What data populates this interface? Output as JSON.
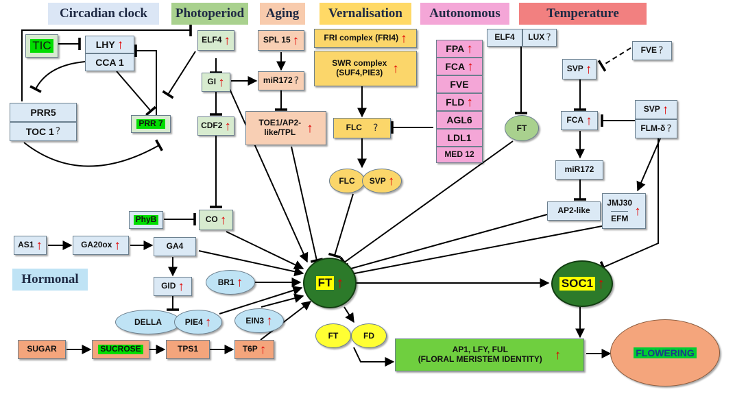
{
  "headers": {
    "circadian": "Circadian clock",
    "photoperiod": "Photoperiod",
    "aging": "Aging",
    "vernalisation": "Vernalisation",
    "autonomous": "Autonomous",
    "temperature": "Temperature",
    "hormonal": "Hormonal"
  },
  "header_colors": {
    "circadian": "#dbe6f5",
    "photoperiod": "#a9d18e",
    "aging": "#f8cbad",
    "vernalisation": "#ffd966",
    "autonomous": "#f4a6d7",
    "temperature": "#f28080",
    "hormonal": "#bfe3f5"
  },
  "nodes": {
    "tic": "TIC",
    "lhy": "LHY",
    "cca1": "CCA 1",
    "prr5": "PRR5",
    "toc1": "TOC 1",
    "prr7": "PRR 7",
    "elf4_photo": "ELF4",
    "gi": "GI",
    "cdf2": "CDF2",
    "co": "CO",
    "phyb": "PhyB",
    "spl15": "SPL 15",
    "mir172_aging": "miR172",
    "toe1_l1": "TOE1/AP2-",
    "toe1_l2": "like/TPL",
    "fri": "FRI complex (FRI4)",
    "swr_l1": "SWR complex",
    "swr_l2": "(SUF4,PIE3)",
    "flc_box": "FLC",
    "flc_ell": "FLC",
    "svp_ell": "SVP",
    "fpa": "FPA",
    "fca_auto": "FCA",
    "fve_auto": "FVE",
    "fld": "FLD",
    "agl6": "AGL6",
    "ldl1": "LDL1",
    "med12": "MED 12",
    "elf4_temp": "ELF4",
    "lux": "LUX",
    "ft_small": "FT",
    "fve_temp": "FVE",
    "svp_temp": "SVP",
    "fca_temp": "FCA",
    "svp_flm": "SVP",
    "flm": "FLM-δ",
    "mir172_temp": "miR172",
    "ap2like": "AP2-like",
    "jmj30": "JMJ30",
    "efm": "EFM",
    "as1": "AS1",
    "ga20ox": "GA20ox",
    "ga4": "GA4",
    "gid": "GID",
    "br1": "BR1",
    "della": "DELLA",
    "pie4": "PIE4",
    "ein3": "EIN3",
    "sugar": "SUGAR",
    "sucrose": "SUCROSE",
    "tps1": "TPS1",
    "t6p": "T6P",
    "ft_main": "FT",
    "soc1": "SOC1",
    "ft_fd_ft": "FT",
    "ft_fd_fd": "FD",
    "ap1_l1": "AP1, LFY, FUL",
    "ap1_l2": "(FLORAL MERISTEM IDENTITY)",
    "flowering": "FLOWERING"
  },
  "symbols": {
    "up": "↑",
    "question": "?"
  }
}
